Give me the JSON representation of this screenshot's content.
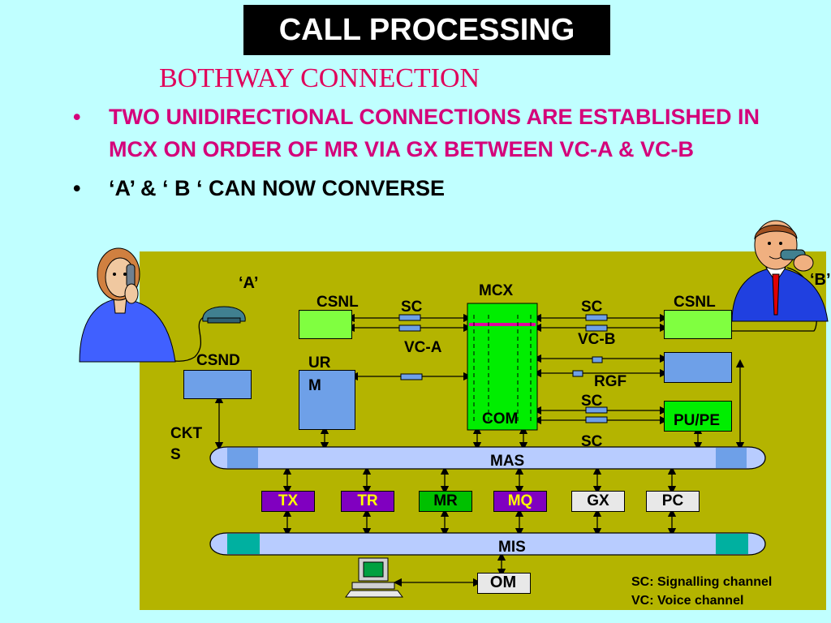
{
  "header": {
    "title": "CALL PROCESSING",
    "subtitle": "BOTHWAY CONNECTION"
  },
  "bullets": [
    "TWO UNIDIRECTIONAL CONNECTIONS ARE ESTABLISHED IN MCX ON ORDER OF MR VIA GX BETWEEN   VC-A & VC-B",
    "‘A’  & ‘ B ‘  CAN NOW CONVERSE"
  ],
  "diagram": {
    "label_a": "‘A’",
    "label_b": "‘B’",
    "csnl_left": "CSNL",
    "csnl_right": "CSNL",
    "csnd": "CSND",
    "urm": "UR\nM",
    "mcx": "MCX",
    "com": "COM",
    "sc_left": "SC",
    "vc_a": "VC-A",
    "sc_right": "SC",
    "vc_b": "VC-B",
    "rgf": "RGF",
    "sc_rgf": "SC",
    "pu_pe": "PU/PE",
    "sc_bottom": "SC",
    "ckts": "CKT\nS",
    "mas": "MAS",
    "mis": "MIS",
    "om": "OM",
    "functions": [
      {
        "name": "TX",
        "bg": "#8000c0",
        "fg": "#ffff00"
      },
      {
        "name": "TR",
        "bg": "#8000c0",
        "fg": "#ffff00"
      },
      {
        "name": "MR",
        "bg": "#00c000",
        "fg": "#000000"
      },
      {
        "name": "MQ",
        "bg": "#8000c0",
        "fg": "#ffff00"
      },
      {
        "name": "GX",
        "bg": "#e8e8e8",
        "fg": "#000000"
      },
      {
        "name": "PC",
        "bg": "#e8e8e8",
        "fg": "#000000"
      }
    ],
    "legend": [
      "SC: Signalling  channel",
      "VC: Voice channel"
    ]
  },
  "colors": {
    "background": "#c0ffff",
    "panel": "#b4b400",
    "accent": "#e0005a",
    "bright_green": "#80ff40"
  }
}
